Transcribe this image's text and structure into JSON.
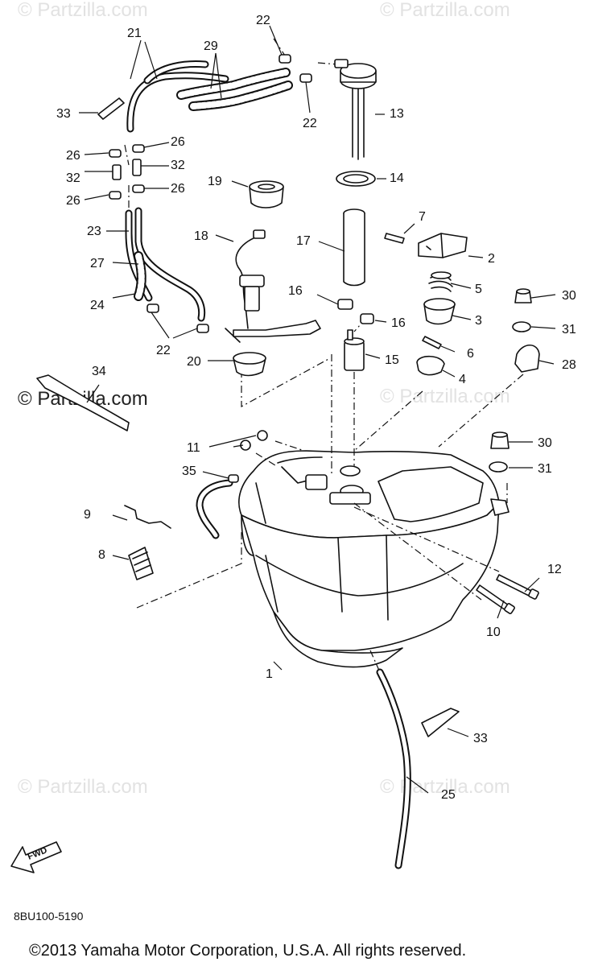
{
  "watermark": "© Partzilla.com",
  "diagram_code": "8BU100-5190",
  "copyright": "©2013  Yamaha Motor Corporation, U.S.A. All rights reserved.",
  "fwd_label": "FWD",
  "callouts": {
    "c1": "1",
    "c2": "2",
    "c3": "3",
    "c4": "4",
    "c5": "5",
    "c6": "6",
    "c7": "7",
    "c8": "8",
    "c9": "9",
    "c10": "10",
    "c11": "11",
    "c12": "12",
    "c13": "13",
    "c14": "14",
    "c15": "15",
    "c16a": "16",
    "c16b": "16",
    "c17": "17",
    "c18": "18",
    "c19": "19",
    "c20": "20",
    "c21": "21",
    "c22a": "22",
    "c22b": "22",
    "c22c": "22",
    "c23": "23",
    "c24": "24",
    "c25": "25",
    "c26a": "26",
    "c26b": "26",
    "c26c": "26",
    "c26d": "26",
    "c27": "27",
    "c28": "28",
    "c29": "29",
    "c30a": "30",
    "c30b": "30",
    "c31a": "31",
    "c31b": "31",
    "c32a": "32",
    "c32b": "32",
    "c33a": "33",
    "c33b": "33",
    "c34": "34",
    "c35": "35"
  }
}
